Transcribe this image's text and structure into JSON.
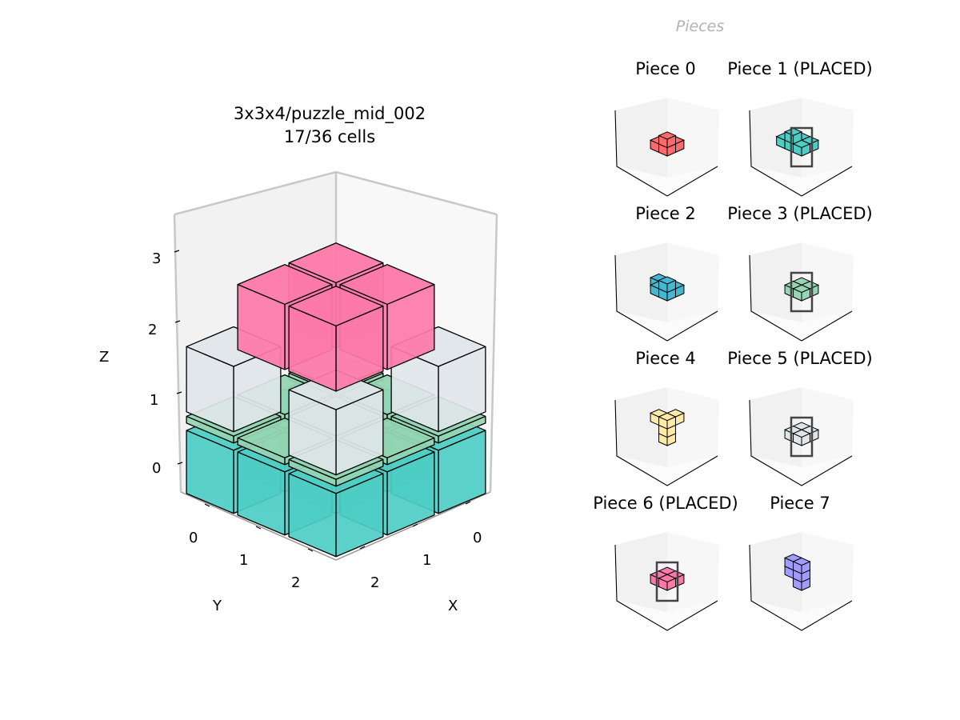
{
  "main": {
    "title_line1": "3x3x4/puzzle_mid_002",
    "title_line2": "17/36 cells",
    "axes": {
      "x_label": "X",
      "y_label": "Y",
      "z_label": "Z",
      "x_ticks": [
        "0",
        "1",
        "2"
      ],
      "y_ticks": [
        "0",
        "1",
        "2"
      ],
      "z_ticks": [
        "0",
        "1",
        "2",
        "3"
      ]
    },
    "layers": [
      {
        "z": 0,
        "color": "#4ecdc4",
        "cells": "full"
      },
      {
        "z": 1,
        "color": "#95d5b2"
      },
      {
        "z": 2,
        "color": "#dfe6e9"
      },
      {
        "z": 3,
        "color": "#fd79a8"
      }
    ]
  },
  "pieces": {
    "header": "Pieces",
    "items": [
      {
        "label": "Piece 0",
        "color": "#ff6b6b",
        "placed": false
      },
      {
        "label": "Piece 1 (PLACED)",
        "color": "#4ecdc4",
        "placed": true
      },
      {
        "label": "Piece 2",
        "color": "#45b7d1",
        "placed": false
      },
      {
        "label": "Piece 3 (PLACED)",
        "color": "#95d5b2",
        "placed": true
      },
      {
        "label": "Piece 4",
        "color": "#ffeaa7",
        "placed": false
      },
      {
        "label": "Piece 5 (PLACED)",
        "color": "#dfe6e9",
        "placed": true
      },
      {
        "label": "Piece 6 (PLACED)",
        "color": "#fd79a8",
        "placed": true
      },
      {
        "label": "Piece 7",
        "color": "#a29bfe",
        "placed": false
      }
    ]
  }
}
